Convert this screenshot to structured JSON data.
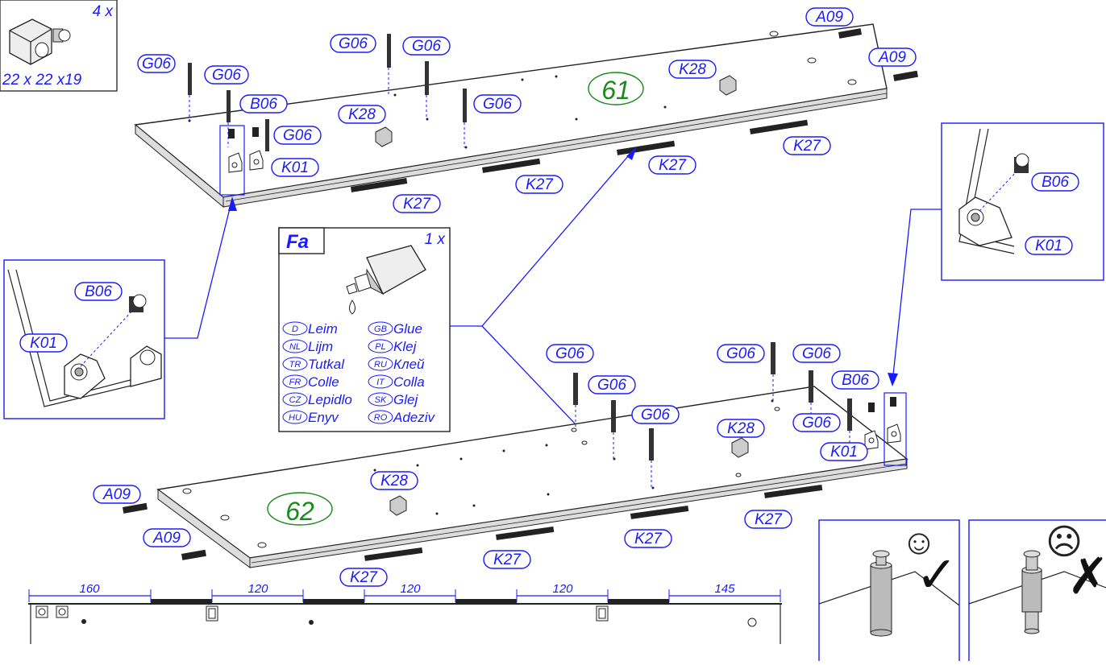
{
  "hardware": {
    "qty": "4 x",
    "size": "22 x 22 x19"
  },
  "panels": {
    "top_id": "61",
    "bottom_id": "62"
  },
  "labels": {
    "G06": "G06",
    "B06": "B06",
    "K01": "K01",
    "K27": "K27",
    "K28": "K28",
    "A09": "A09"
  },
  "glue": {
    "code": "Fa",
    "qty": "1 x",
    "languages": [
      {
        "code": "D",
        "word": "Leim"
      },
      {
        "code": "GB",
        "word": "Glue"
      },
      {
        "code": "NL",
        "word": "Lijm"
      },
      {
        "code": "PL",
        "word": "Klej"
      },
      {
        "code": "TR",
        "word": "Tutkal"
      },
      {
        "code": "RU",
        "word": "Клей"
      },
      {
        "code": "FR",
        "word": "Colle"
      },
      {
        "code": "IT",
        "word": "Colla"
      },
      {
        "code": "CZ",
        "word": "Lepidlo"
      },
      {
        "code": "SK",
        "word": "Glej"
      },
      {
        "code": "HU",
        "word": "Enyv"
      },
      {
        "code": "RO",
        "word": "Adeziv"
      }
    ]
  },
  "dimensions": [
    "160",
    "120",
    "120",
    "120",
    "145"
  ],
  "dowel_check": {
    "good": "✓",
    "bad": "✗",
    "good_face": "☺",
    "bad_face": "☹"
  },
  "colors": {
    "label": "#1a1aff",
    "panel_id": "#1a8a1a"
  }
}
